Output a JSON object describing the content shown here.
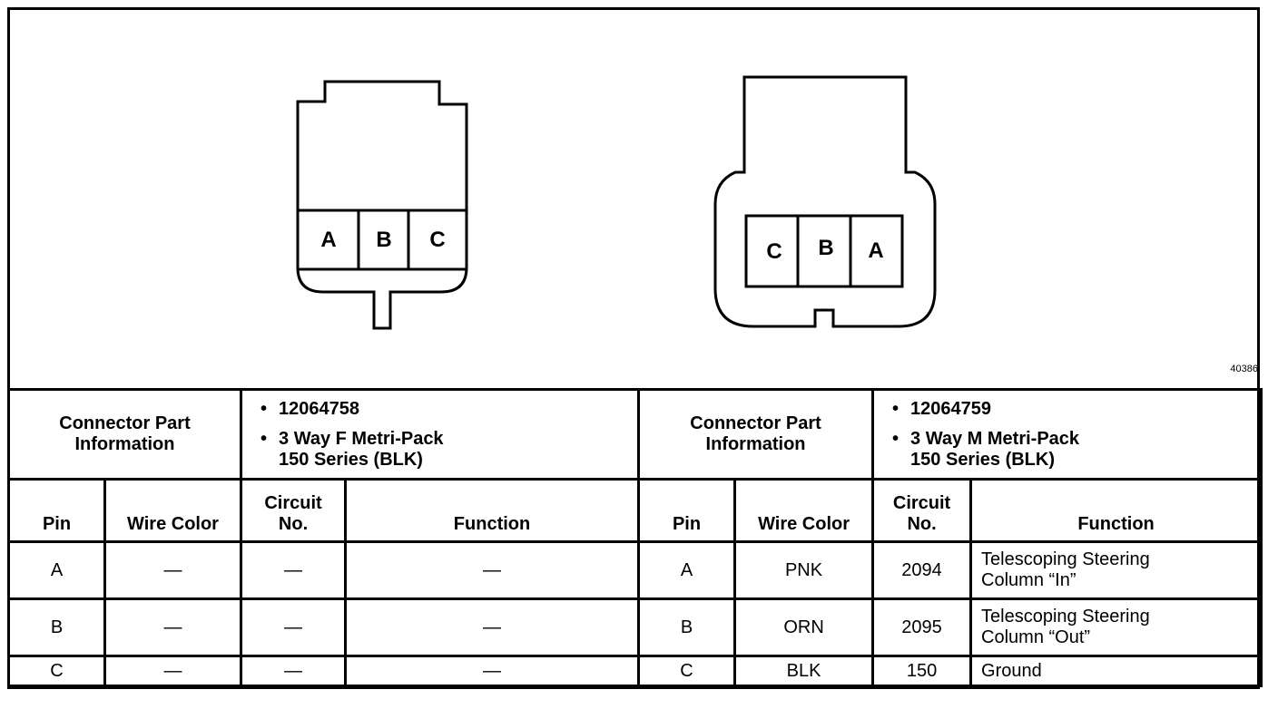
{
  "diagram_id": "40386",
  "left_connector": {
    "cavities": [
      "A",
      "B",
      "C"
    ],
    "part_label": "Connector Part Information",
    "part_info": [
      "12064758",
      "3 Way F Metri-Pack",
      "150 Series (BLK)"
    ],
    "headers": {
      "pin": "Pin",
      "wire_color": "Wire Color",
      "circuit": "Circuit No.",
      "function": "Function"
    },
    "rows": [
      {
        "pin": "A",
        "wire_color": "—",
        "circuit": "—",
        "function": "—"
      },
      {
        "pin": "B",
        "wire_color": "—",
        "circuit": "—",
        "function": "—"
      },
      {
        "pin": "C",
        "wire_color": "—",
        "circuit": "—",
        "function": "—"
      }
    ]
  },
  "right_connector": {
    "cavities": [
      "C",
      "B",
      "A"
    ],
    "part_label": "Connector Part Information",
    "part_info": [
      "12064759",
      "3 Way M Metri-Pack",
      "150 Series (BLK)"
    ],
    "headers": {
      "pin": "Pin",
      "wire_color": "Wire Color",
      "circuit": "Circuit No.",
      "function": "Function"
    },
    "rows": [
      {
        "pin": "A",
        "wire_color": "PNK",
        "circuit": "2094",
        "function_line1": "Telescoping Steering",
        "function_line2": "Column “In”"
      },
      {
        "pin": "B",
        "wire_color": "ORN",
        "circuit": "2095",
        "function_line1": "Telescoping Steering",
        "function_line2": "Column “Out”"
      },
      {
        "pin": "C",
        "wire_color": "BLK",
        "circuit": "150",
        "function_line1": "Ground",
        "function_line2": ""
      }
    ]
  }
}
